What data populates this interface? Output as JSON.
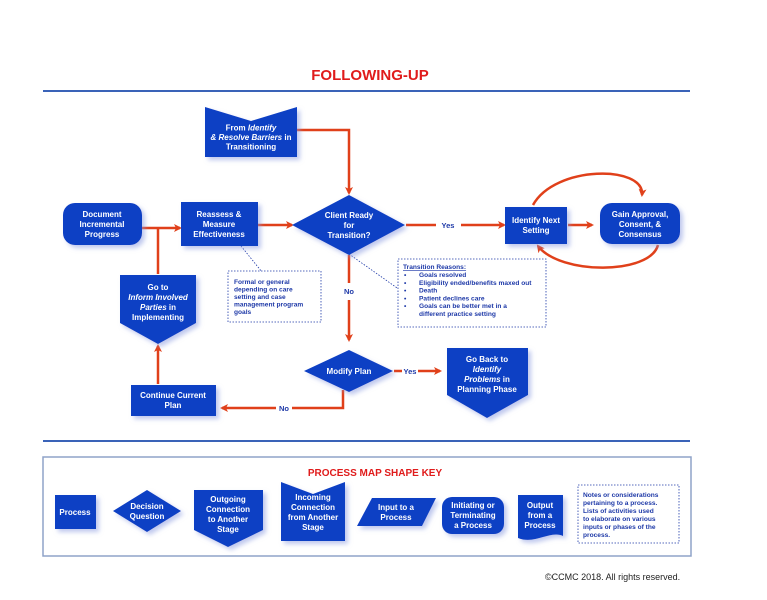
{
  "title": "FOLLOWING-UP",
  "colors": {
    "shape_fill": "#0b3fc4",
    "arrow": "#e0401a",
    "title": "#e01b1b",
    "rule": "#3a63b8",
    "note_text": "#1f3aa8"
  },
  "nodes": {
    "from_identify": {
      "type": "incoming-connection",
      "lines": [
        "From |Identify|",
        "|& Resolve Barriers| in",
        "Transitioning"
      ]
    },
    "document_progress": {
      "type": "terminator",
      "lines": [
        "Document",
        "Incremental",
        "Progress"
      ]
    },
    "reassess": {
      "type": "process",
      "lines": [
        "Reassess &",
        "Measure",
        "Effectiveness"
      ]
    },
    "client_ready": {
      "type": "decision",
      "lines": [
        "Client Ready",
        "for",
        "Transition?"
      ]
    },
    "identify_next": {
      "type": "process",
      "lines": [
        "Identify Next",
        "Setting"
      ]
    },
    "gain_approval": {
      "type": "terminator",
      "lines": [
        "Gain Approval,",
        "Consent, &",
        "Consensus"
      ]
    },
    "go_to_inform": {
      "type": "outgoing-connection",
      "lines": [
        "Go to",
        "|Inform Involved|",
        "|Parties| in",
        "Implementing"
      ]
    },
    "modify_plan": {
      "type": "decision",
      "lines": [
        "Modify Plan"
      ]
    },
    "go_back": {
      "type": "outgoing-connection",
      "lines": [
        "Go Back to",
        "|Identify|",
        "|Problems| in",
        "Planning Phase"
      ]
    },
    "continue_plan": {
      "type": "process",
      "lines": [
        "Continue Current",
        "Plan"
      ]
    }
  },
  "notes": {
    "reassess_note": [
      "Formal or general",
      "depending on care",
      "setting and case",
      "management program",
      "goals"
    ],
    "transition_reasons": {
      "heading": "Transition Reasons:",
      "items": [
        "Goals resolved",
        "Eligibility ended/benefits maxed out",
        "Death",
        "Patient declines care",
        "Goals can be better met in a",
        "different practice setting"
      ]
    }
  },
  "edge_labels": {
    "yes_1": "Yes",
    "no_1": "No",
    "yes_2": "Yes",
    "no_2": "No"
  },
  "shape_key": {
    "title": "PROCESS MAP SHAPE KEY",
    "items": [
      {
        "shape": "process",
        "lines": [
          "Process"
        ]
      },
      {
        "shape": "decision",
        "lines": [
          "Decision",
          "Question"
        ]
      },
      {
        "shape": "outgoing-connection",
        "lines": [
          "Outgoing",
          "Connection",
          "to Another",
          "Stage"
        ]
      },
      {
        "shape": "incoming-connection",
        "lines": [
          "Incoming",
          "Connection",
          "from Another",
          "Stage"
        ]
      },
      {
        "shape": "input",
        "lines": [
          "Input to a",
          "Process"
        ]
      },
      {
        "shape": "terminator",
        "lines": [
          "Initiating or",
          "Terminating",
          "a Process"
        ]
      },
      {
        "shape": "output",
        "lines": [
          "Output",
          "from a",
          "Process"
        ]
      },
      {
        "shape": "note",
        "lines": [
          "Notes or considerations",
          "pertaining to a process.",
          "Lists of activities used",
          "to elaborate on various",
          "inputs or phases of the",
          "process."
        ]
      }
    ]
  },
  "copyright": "©CCMC 2018. All rights reserved."
}
